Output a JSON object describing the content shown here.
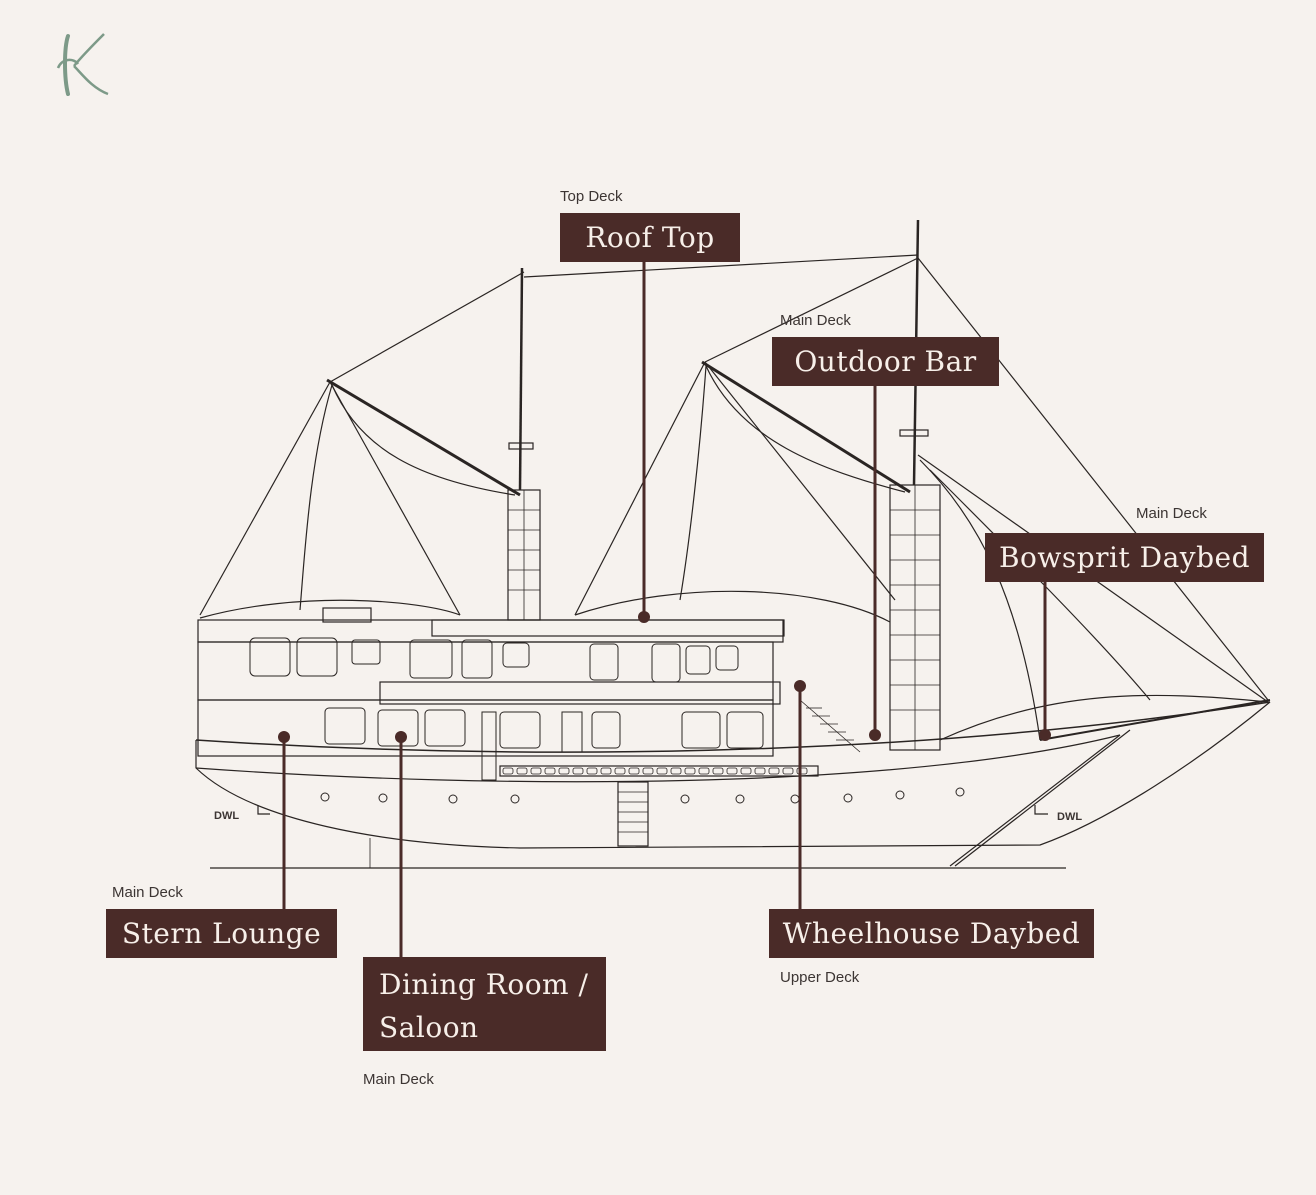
{
  "brand": {
    "logo_icon": "k-monogram-logo"
  },
  "colors": {
    "background": "#f6f2ee",
    "label_bg": "#4a2b28",
    "label_text": "#f7efe9",
    "lines": "#2a2523",
    "logo": "#7d9a88"
  },
  "callouts": [
    {
      "id": "roof-top",
      "deck": "Top Deck",
      "label": "Roof Top"
    },
    {
      "id": "outdoor-bar",
      "deck": "Main Deck",
      "label": "Outdoor Bar"
    },
    {
      "id": "bowsprit-daybed",
      "deck": "Main Deck",
      "label": "Bowsprit Daybed"
    },
    {
      "id": "stern-lounge",
      "deck": "Main Deck",
      "label": "Stern Lounge"
    },
    {
      "id": "dining-room",
      "deck": "Main Deck",
      "label_line1": "Dining Room /",
      "label_line2": "Saloon"
    },
    {
      "id": "wheelhouse-daybed",
      "deck": "Upper Deck",
      "label": "Wheelhouse Daybed"
    }
  ],
  "ship": {
    "waterline_left": "DWL",
    "waterline_right": "DWL"
  }
}
